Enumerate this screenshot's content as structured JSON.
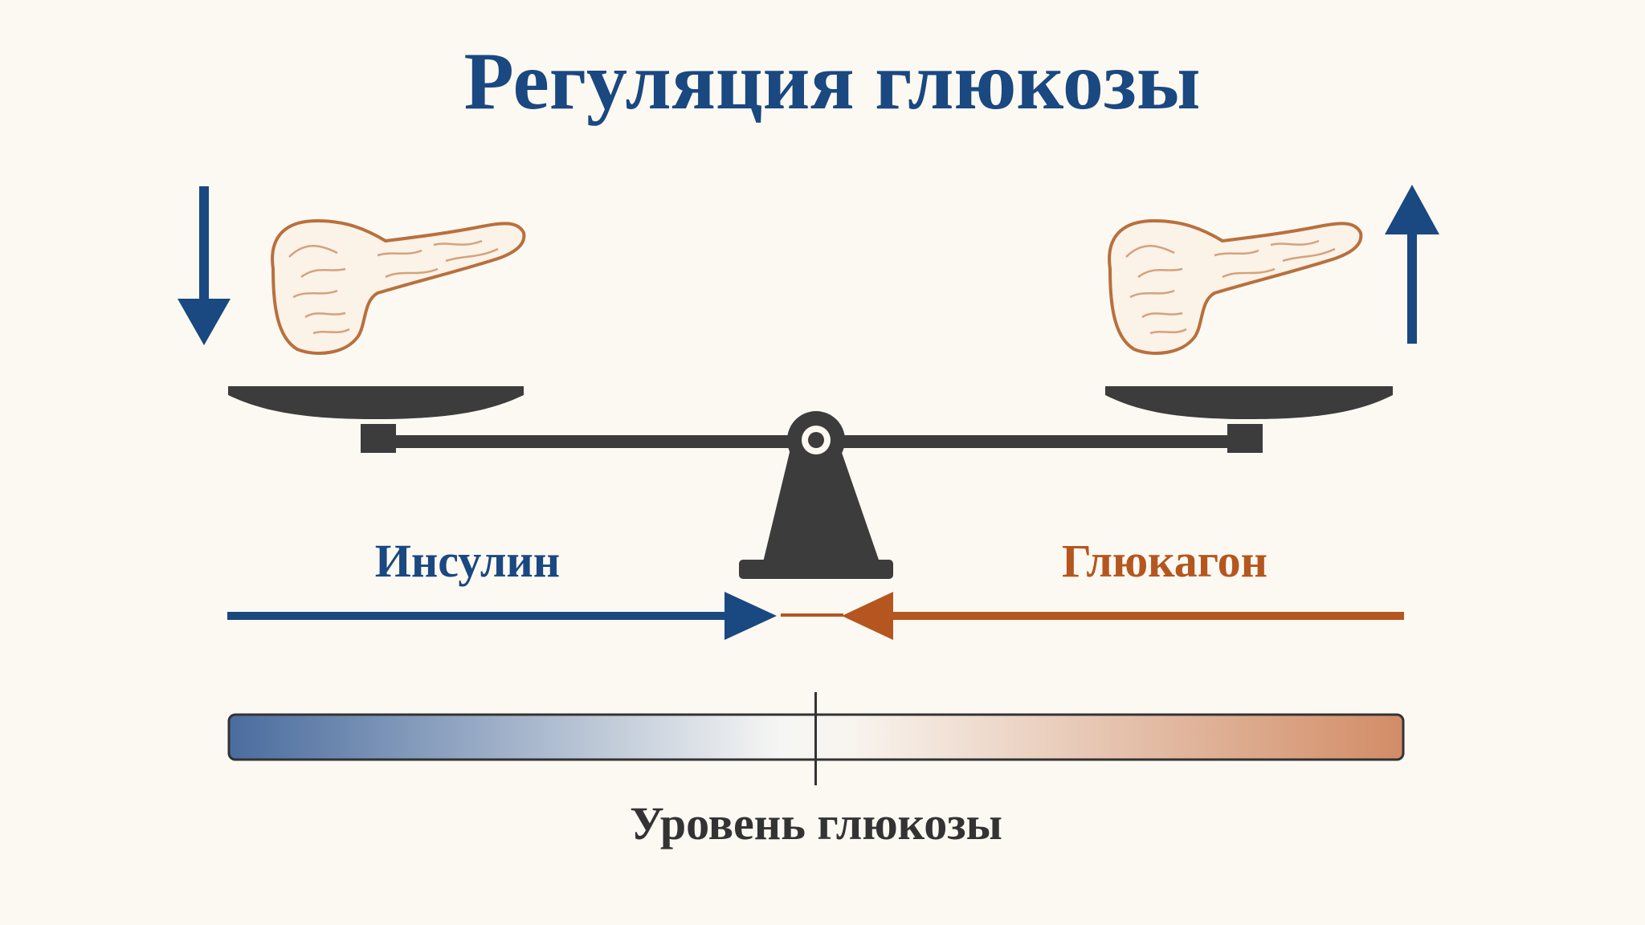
{
  "title": "Регуляция глюкозы",
  "labels": {
    "insulin": "Инсулин",
    "glucagon": "Глюкагон",
    "glucose_level": "Уровень глюкозы"
  },
  "icons": {
    "left_arrow": "arrow-down-icon",
    "right_arrow": "arrow-up-icon",
    "left_organ": "pancreas-icon",
    "right_organ": "pancreas-icon"
  },
  "colors": {
    "background": "#fcf9f3",
    "insulin": "#1a4880",
    "glucagon": "#b55620",
    "scale": "#3c3c3c",
    "organ_fill": "#fbf2e8",
    "organ_stroke": "#b8703d",
    "text_dark": "#333333",
    "gradient_low": "#4a6c9e",
    "gradient_mid": "#f6f6f4",
    "gradient_high": "#d28c66"
  }
}
